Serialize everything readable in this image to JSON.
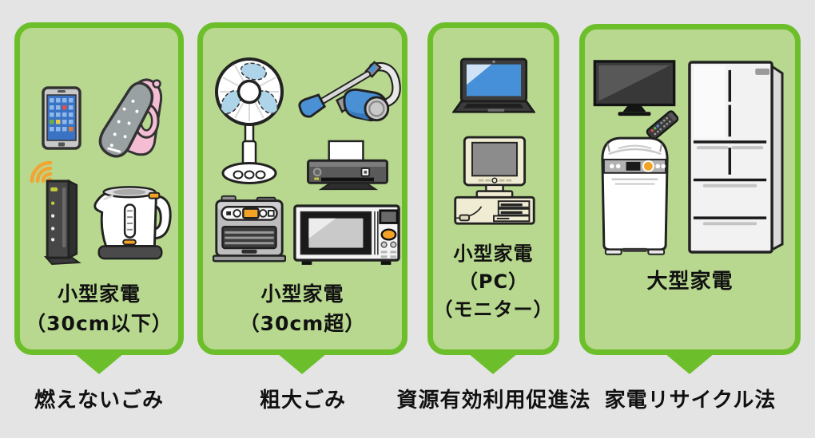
{
  "colors": {
    "page_background": "#e4e4e4",
    "card_fill": "#b7d88e",
    "card_border": "#6cbf2b",
    "arrow": "#6cbf2b",
    "text": "#111111",
    "accent_orange": "#f2a325"
  },
  "cards": [
    {
      "id": "small-appliance-under-30cm",
      "caption_lines": [
        "小型家電",
        "（30cm以下）"
      ],
      "disposal": "燃えないごみ",
      "icons": [
        "smartphone",
        "clothes-iron",
        "wifi-signal",
        "wifi-router",
        "electric-kettle"
      ]
    },
    {
      "id": "small-appliance-over-30cm",
      "caption_lines": [
        "小型家電",
        "（30cm超）"
      ],
      "disposal": "粗大ごみ",
      "icons": [
        "electric-fan",
        "vacuum-cleaner",
        "printer",
        "fan-heater",
        "microwave-oven"
      ]
    },
    {
      "id": "small-appliance-pc-monitor",
      "caption_lines": [
        "小型家電",
        "（PC）",
        "（モニター）"
      ],
      "disposal": "資源有効利用促進法",
      "icons": [
        "laptop",
        "desktop-pc"
      ]
    },
    {
      "id": "large-appliance",
      "caption_lines": [
        "大型家電"
      ],
      "disposal": "家電リサイクル法",
      "icons": [
        "flat-screen-tv",
        "remote-control",
        "washing-machine",
        "refrigerator"
      ]
    }
  ]
}
